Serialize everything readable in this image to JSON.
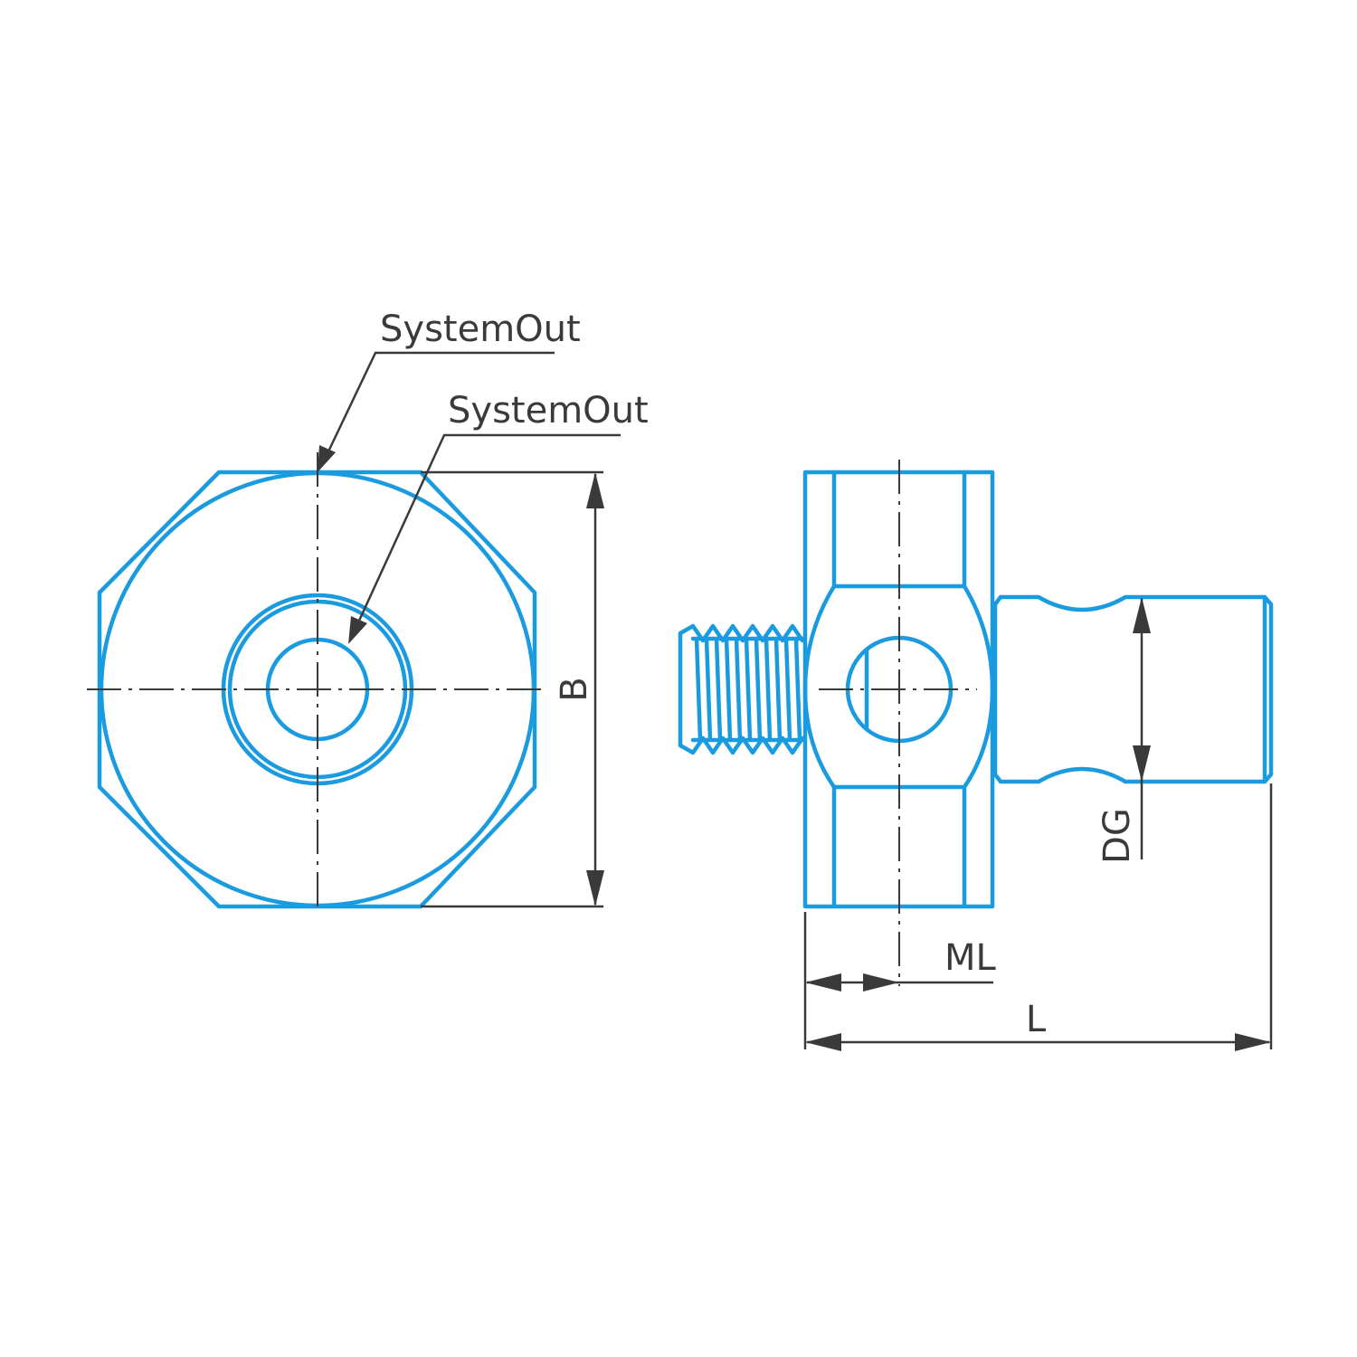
{
  "colors": {
    "part_stroke": "#1a9be0",
    "dimension_ink": "#3a3a3a"
  },
  "labels": {
    "callout_outer": "SystemOut",
    "callout_inner": "SystemOut",
    "dim_B": "B",
    "dim_DG": "DG",
    "dim_ML": "ML",
    "dim_L": "L"
  }
}
